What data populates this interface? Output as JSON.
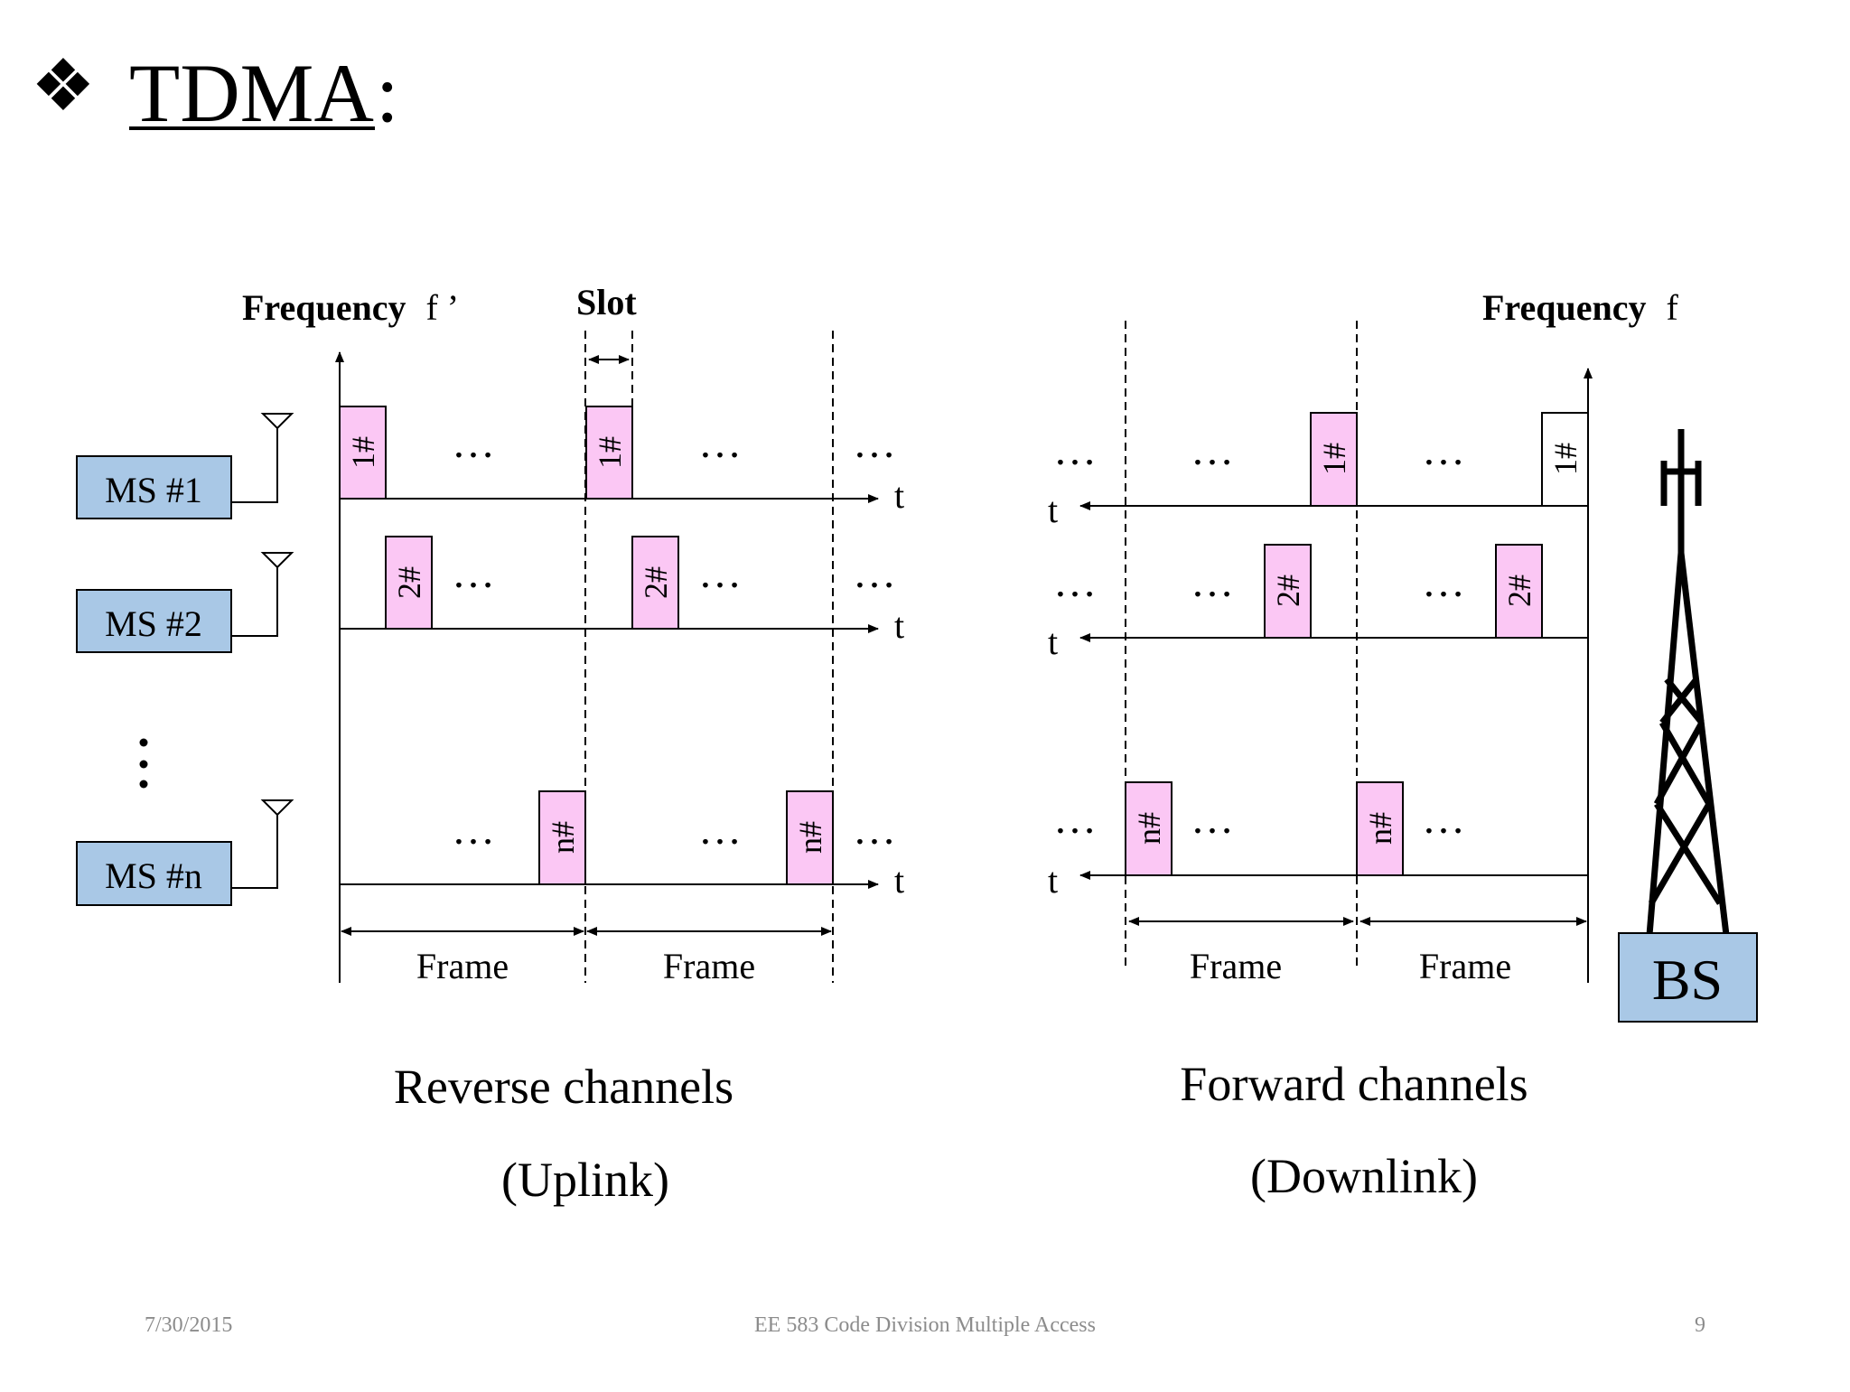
{
  "slide": {
    "title": "TDMA",
    "title_suffix": ":",
    "bullet_glyph": "❖"
  },
  "uplink": {
    "axis_label_bold": "Frequency",
    "axis_label_rest": "f ’",
    "slot_label": "Slot",
    "time_label": "t",
    "frame_label": "Frame",
    "stations": [
      "MS #1",
      "MS #2",
      "MS #n"
    ],
    "slot_labels": [
      "1#",
      "2#",
      "n#"
    ],
    "ellipsis": "…",
    "caption_line1": "Reverse channels",
    "caption_line2": "(Uplink)"
  },
  "downlink": {
    "axis_label_bold": "Frequency",
    "axis_label_rest": "f",
    "time_label": "t",
    "frame_label": "Frame",
    "station": "BS",
    "slot_labels": [
      "1#",
      "2#",
      "n#"
    ],
    "caption_line1": "Forward channels",
    "caption_line2": "(Downlink)"
  },
  "footer": {
    "date": "7/30/2015",
    "course": "EE 583 Code Division Multiple Access",
    "page": "9"
  },
  "colors": {
    "slot_fill": "#fbc7f4",
    "station_fill": "#a9c8e6",
    "line": "#000000",
    "footer_text": "#8c8c8c"
  }
}
